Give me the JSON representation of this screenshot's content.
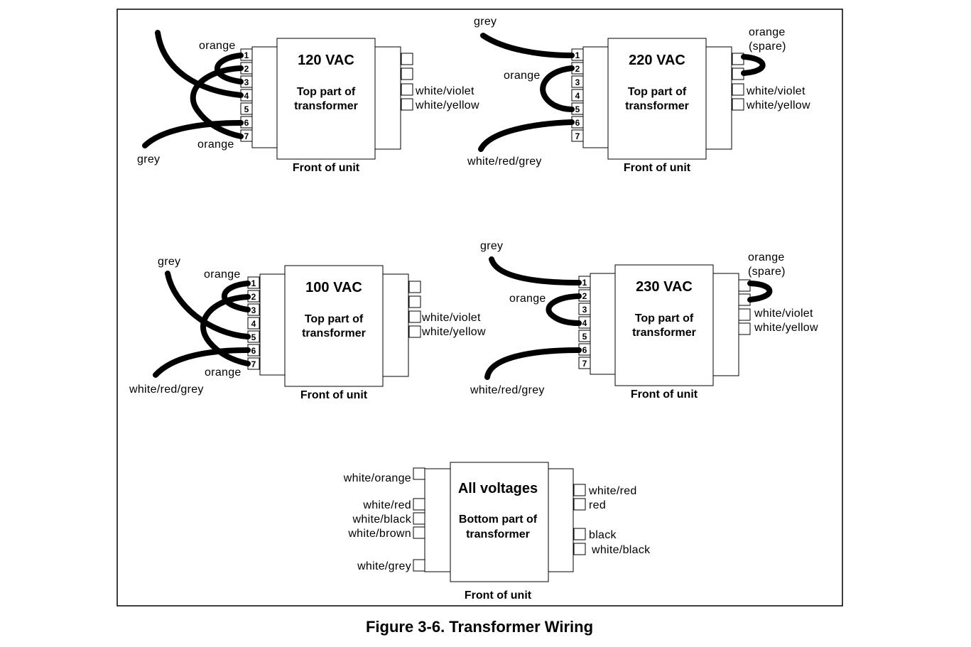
{
  "caption": "Figure 3-6. Transformer Wiring",
  "front_label": "Front of unit",
  "panels": [
    {
      "id": "120",
      "voltage": "120 VAC",
      "part_line1": "Top part of",
      "part_line2": "transformer",
      "pins": [
        "1",
        "2",
        "3",
        "4",
        "5",
        "6",
        "7"
      ],
      "wire_labels": {
        "orange_top": "orange",
        "orange_bottom": "orange",
        "grey": "grey"
      },
      "right_labels": [
        "white/violet",
        "white/yellow"
      ]
    },
    {
      "id": "220",
      "voltage": "220 VAC",
      "part_line1": "Top part of",
      "part_line2": "transformer",
      "pins": [
        "1",
        "2",
        "3",
        "4",
        "5",
        "6",
        "7"
      ],
      "wire_labels": {
        "grey": "grey",
        "orange": "orange",
        "white_red_grey": "white/red/grey"
      },
      "spare_line1": "orange",
      "spare_line2": "(spare)",
      "right_labels": [
        "white/violet",
        "white/yellow"
      ]
    },
    {
      "id": "100",
      "voltage": "100 VAC",
      "part_line1": "Top part of",
      "part_line2": "transformer",
      "pins": [
        "1",
        "2",
        "3",
        "4",
        "5",
        "6",
        "7"
      ],
      "wire_labels": {
        "grey": "grey",
        "orange_top": "orange",
        "orange_bottom": "orange",
        "white_red_grey": "white/red/grey"
      },
      "right_labels": [
        "white/violet",
        "white/yellow"
      ]
    },
    {
      "id": "230",
      "voltage": "230 VAC",
      "part_line1": "Top part of",
      "part_line2": "transformer",
      "pins": [
        "1",
        "2",
        "3",
        "4",
        "5",
        "6",
        "7"
      ],
      "wire_labels": {
        "grey": "grey",
        "orange": "orange",
        "white_red_grey": "white/red/grey"
      },
      "spare_line1": "orange",
      "spare_line2": "(spare)",
      "right_labels": [
        "white/violet",
        "white/yellow"
      ]
    }
  ],
  "bottom": {
    "title": "All voltages",
    "part_line1": "Bottom part of",
    "part_line2": "transformer",
    "left_labels": [
      "white/orange",
      "white/red",
      "white/black",
      "white/brown",
      "white/grey"
    ],
    "right_labels": [
      "white/red",
      "red",
      "black",
      "white/black"
    ]
  }
}
